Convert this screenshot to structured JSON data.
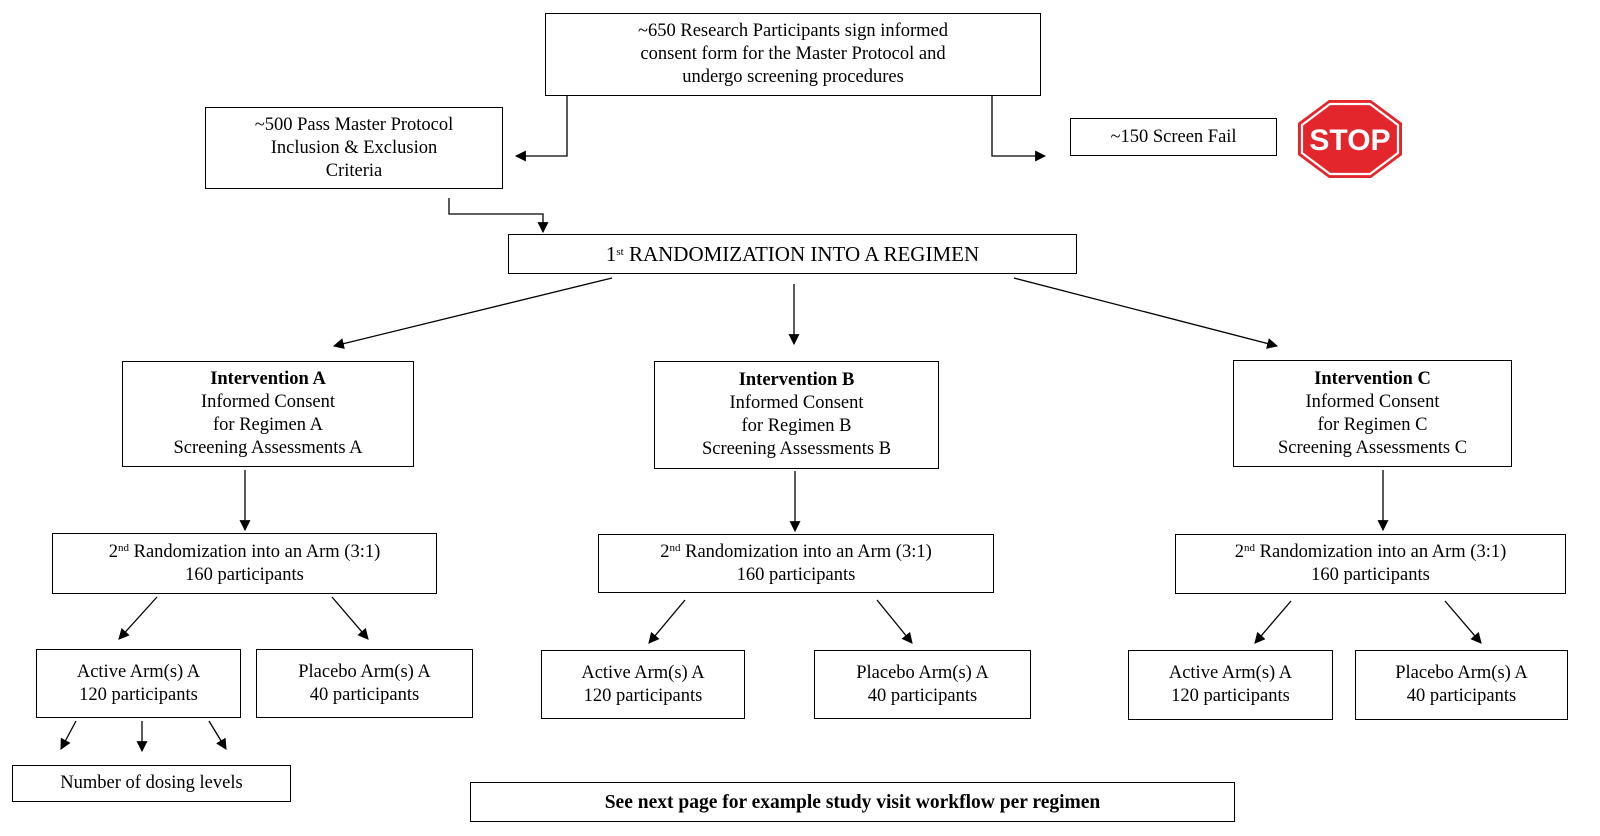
{
  "top_box": {
    "lines": [
      "~650 Research Participants sign informed",
      "consent form for the Master Protocol and",
      "undergo screening procedures"
    ]
  },
  "pass_box": {
    "lines": [
      "~500 Pass Master Protocol",
      "Inclusion & Exclusion",
      "Criteria"
    ]
  },
  "fail_box": {
    "text": "~150 Screen Fail"
  },
  "stop_sign": {
    "text": "STOP",
    "color": "#e3262c"
  },
  "randomization1": {
    "ordinal": "1",
    "suffix": "st",
    "text": " RANDOMIZATION INTO A REGIMEN"
  },
  "interventions": [
    {
      "title": "Intervention A",
      "lines": [
        "Informed Consent",
        "for Regimen A",
        "Screening Assessments A"
      ]
    },
    {
      "title": "Intervention B",
      "lines": [
        "Informed Consent",
        "for Regimen B",
        "Screening Assessments B"
      ]
    },
    {
      "title": "Intervention C",
      "lines": [
        "Informed Consent",
        "for Regimen C",
        "Screening Assessments C"
      ]
    }
  ],
  "randomization2": [
    {
      "ordinal": "2",
      "suffix": "nd",
      "text": " Randomization into an Arm (3:1)",
      "count": "160 participants"
    },
    {
      "ordinal": "2",
      "suffix": "nd",
      "text": " Randomization into an Arm (3:1)",
      "count": "160 participants"
    },
    {
      "ordinal": "2",
      "suffix": "nd",
      "text": " Randomization into an Arm (3:1)",
      "count": "160 participants"
    }
  ],
  "arms": [
    {
      "active": "Active Arm(s) A",
      "active_count": "120 participants",
      "placebo": "Placebo Arm(s) A",
      "placebo_count": "40 participants"
    },
    {
      "active": "Active Arm(s) A",
      "active_count": "120 participants",
      "placebo": "Placebo Arm(s) A",
      "placebo_count": "40 participants"
    },
    {
      "active": "Active Arm(s) A",
      "active_count": "120 participants",
      "placebo": "Placebo Arm(s) A",
      "placebo_count": "40 participants"
    }
  ],
  "dosing_box": {
    "text": "Number of dosing levels"
  },
  "footer_note": {
    "text": "See next page for example study visit workflow per regimen"
  }
}
